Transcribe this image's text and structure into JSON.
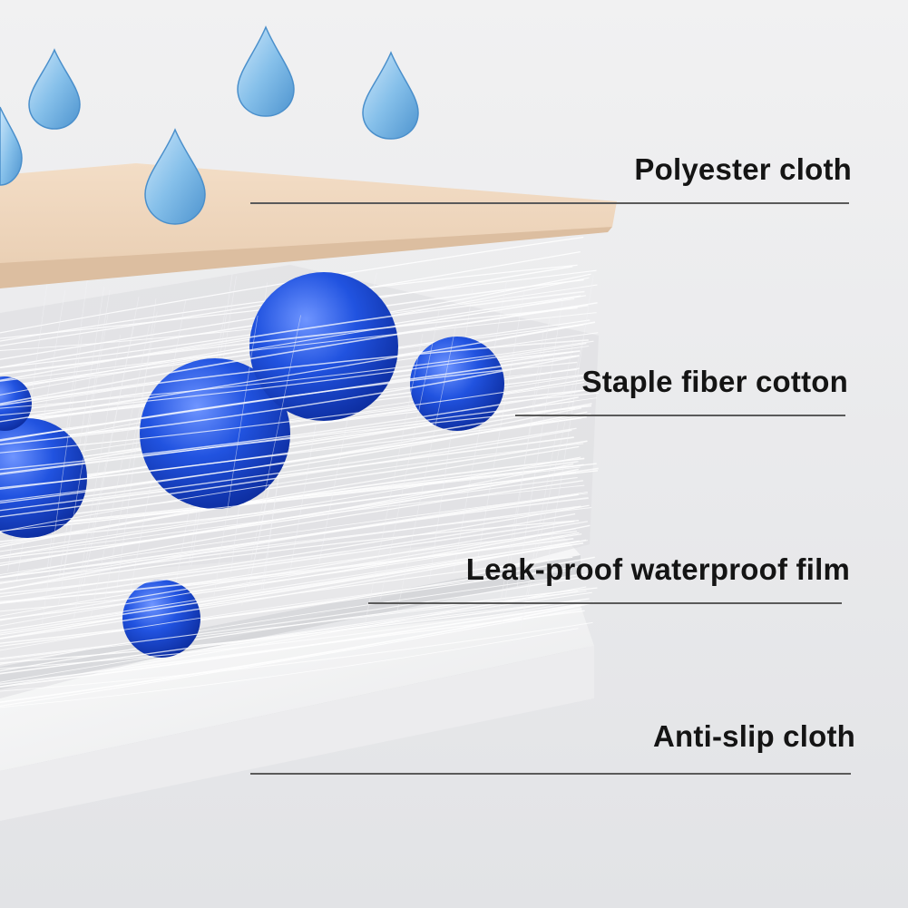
{
  "layers": [
    {
      "id": "polyester",
      "label": "Polyester cloth",
      "color": "#f2dcc4"
    },
    {
      "id": "staple",
      "label": "Staple fiber cotton",
      "color": "#ffffff"
    },
    {
      "id": "film",
      "label": "Leak-proof waterproof film",
      "color": "#f0f0f2"
    },
    {
      "id": "antislip",
      "label": "Anti-slip cloth",
      "color": "#f7f7f8"
    }
  ],
  "colors": {
    "background": "#e9eaec",
    "droplet": "#8cc4ea",
    "sphere": "#1a4fd6",
    "leader_line": "#5a5a5a"
  }
}
